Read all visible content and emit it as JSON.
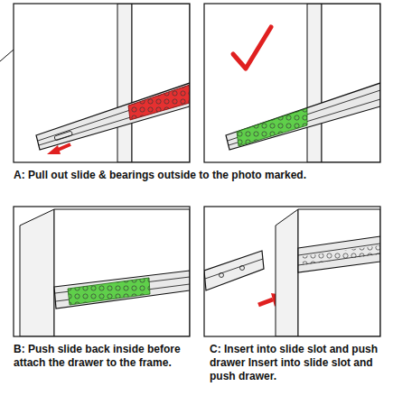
{
  "diagram": {
    "labels": [
      "A: Pull out slide & bearings outside to the photo marked.",
      "B: Push slide back inside before attach the drawer to the frame.",
      "C: Insert into slide slot and push drawer Insert into slide slot and push drawer."
    ]
  }
}
